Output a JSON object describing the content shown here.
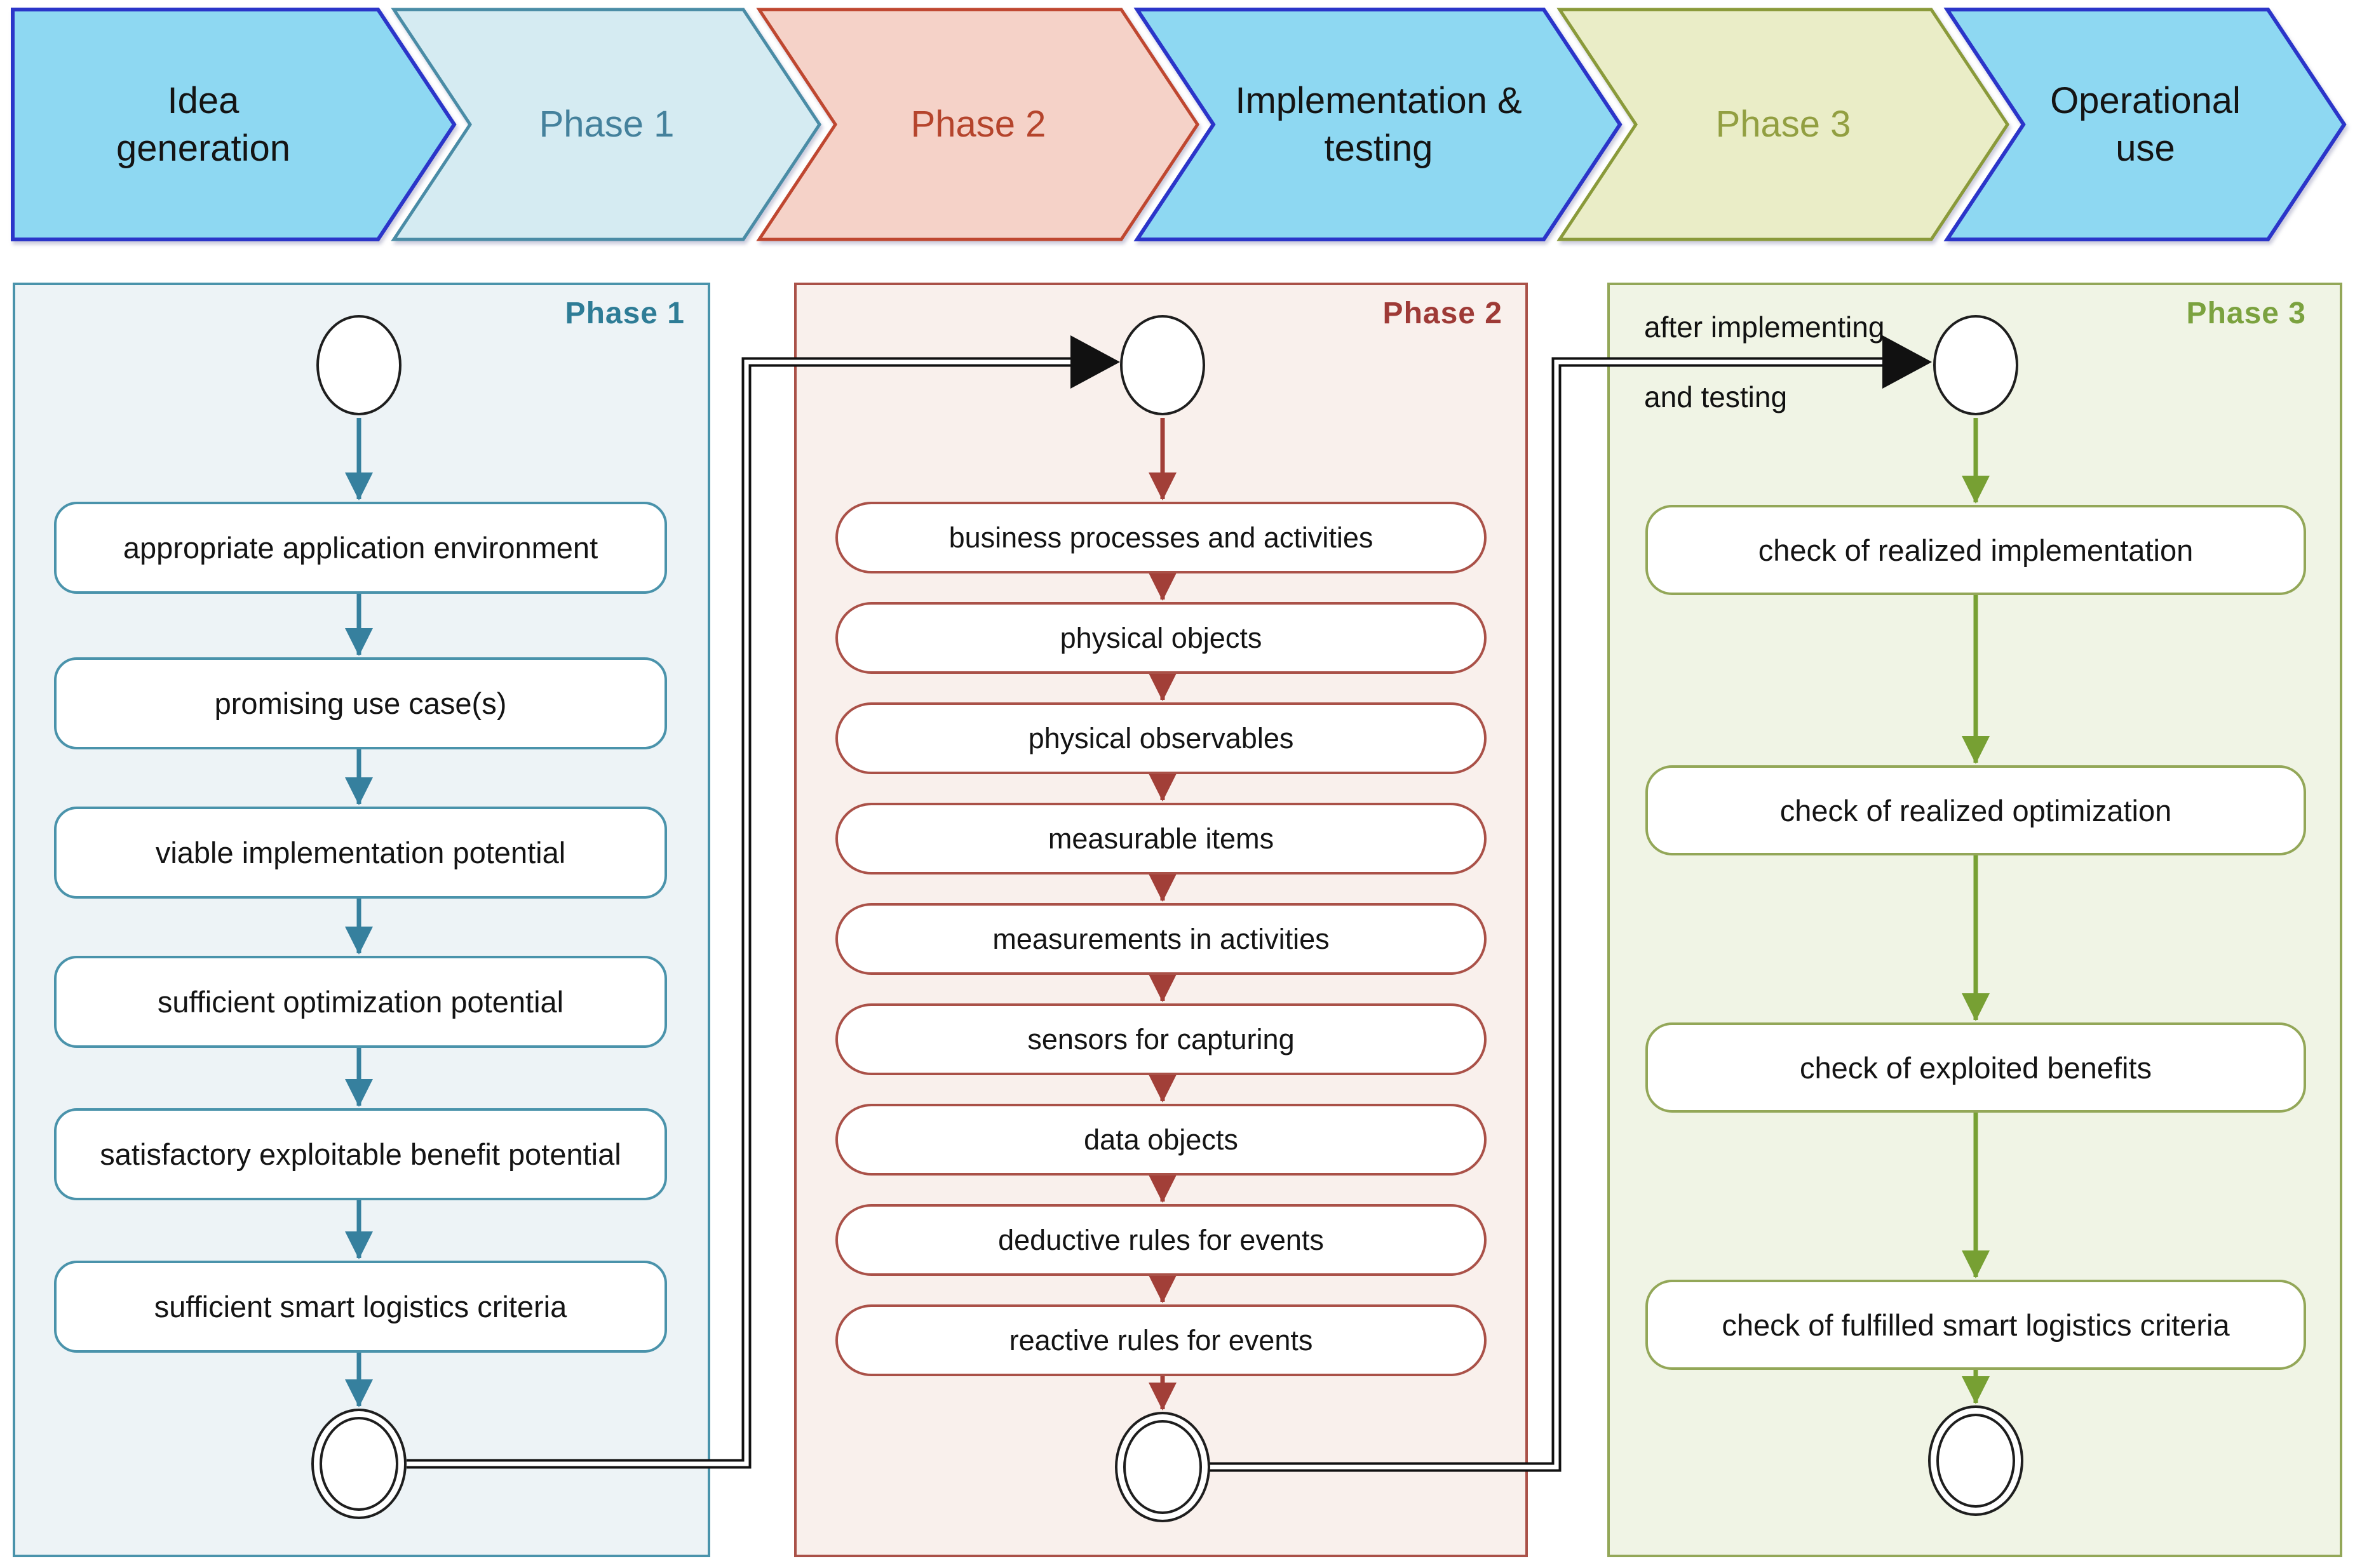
{
  "palette": {
    "ink": "#141414",
    "blue-fill": "#8ed8f2",
    "blue-border": "#2b35c9",
    "p1-chev-fill": "#d5ebf2",
    "p1-chev-border": "#4a8ca6",
    "p1-chev-text": "#44819c",
    "p2-chev-fill": "#f5d2c8",
    "p2-chev-border": "#bf4730",
    "p2-chev-text": "#b5442c",
    "p3-chev-fill": "#eaedc7",
    "p3-chev-border": "#8a9a3a",
    "p3-chev-text": "#929f41",
    "p1-bg": "#edf3f6",
    "p1-border": "#4a93ab",
    "p1-dark": "#2e7c96",
    "p1-arrow": "#36809e",
    "p2-bg": "#f9f0ec",
    "p2-border": "#aa5148",
    "p2-dark": "#9e3a36",
    "p2-arrow": "#a23f38",
    "p3-bg": "#f0f4e5",
    "p3-border": "#93a758",
    "p3-dark": "#7ba23f",
    "p3-arrow": "#77a033",
    "connector": "#111111"
  },
  "process_bar": {
    "steps": [
      {
        "label": "Idea generation"
      },
      {
        "label": "Phase 1"
      },
      {
        "label": "Phase 2"
      },
      {
        "label": "Implementation & testing"
      },
      {
        "label": "Phase 3"
      },
      {
        "label": "Operational use"
      }
    ]
  },
  "phases": [
    {
      "name": "Phase 1",
      "steps": [
        "appropriate application environment",
        "promising use case(s)",
        "viable implementation potential",
        "sufficient optimization potential",
        "satisfactory exploitable benefit potential",
        "sufficient smart logistics criteria"
      ]
    },
    {
      "name": "Phase 2",
      "steps": [
        "business processes and activities",
        "physical objects",
        "physical observables",
        "measurable items",
        "measurements in activities",
        "sensors for capturing",
        "data objects",
        "deductive rules for events",
        "reactive rules for events"
      ]
    },
    {
      "name": "Phase 3",
      "steps": [
        "check of realized implementation",
        "check of realized optimization",
        "check of exploited benefits",
        "check of fulfilled smart logistics criteria"
      ]
    }
  ],
  "connector_label": {
    "line1": "after implementing",
    "line2": "and testing"
  }
}
